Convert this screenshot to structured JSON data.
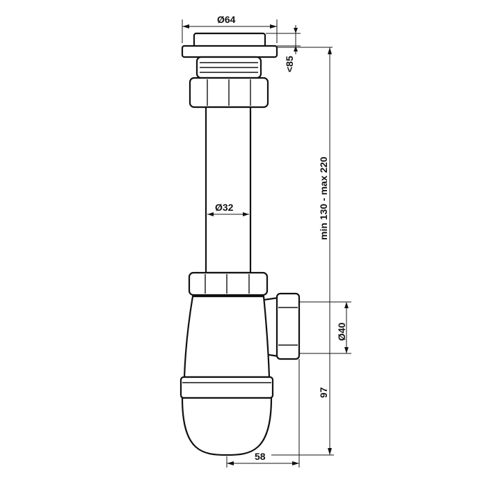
{
  "colors": {
    "line": "#111111",
    "background": "#ffffff"
  },
  "dimensions": {
    "top_diameter": "Ø64",
    "top_height": "<85",
    "pipe_diameter": "Ø32",
    "length_range": "min 130 - max 220",
    "outlet_diameter": "Ø40",
    "bottle_height": "97",
    "outlet_offset": "58"
  }
}
